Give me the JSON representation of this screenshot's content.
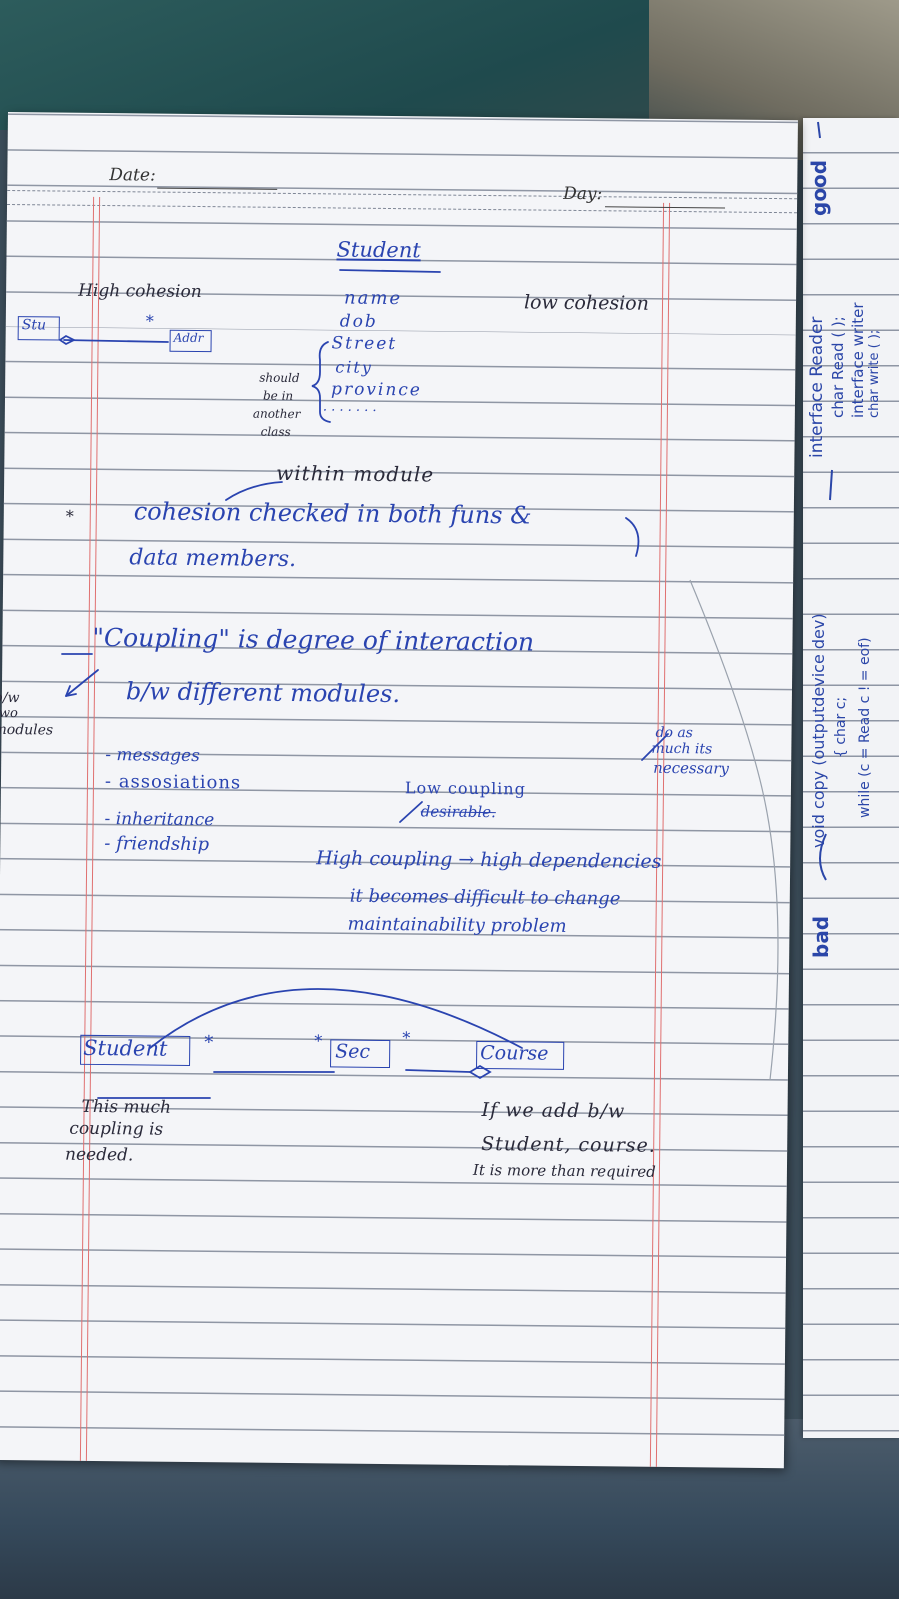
{
  "header": {
    "date_label": "Date:",
    "day_label": "Day:"
  },
  "notes": {
    "title": "Student",
    "high_cohesion": "High cohesion",
    "low_cohesion": "low cohesion",
    "stu_box": "Stu",
    "addr_box": "Addr",
    "star": "*",
    "fields": [
      "name",
      "dob",
      "Street",
      "city",
      "province",
      "· · · · · · ·"
    ],
    "should_note": [
      "should",
      "be in",
      "another",
      "class"
    ],
    "within_module": "within module",
    "cohesion_line1": "cohesion checked in both funs &",
    "cohesion_line2": "data members.",
    "bullet_star": "*",
    "coupling_line1": "\"Coupling\" is degree of interaction",
    "coupling_line2": "b/w different modules.",
    "bw_note": [
      "b/w",
      "two",
      "modules"
    ],
    "coupling_list": [
      "- messages",
      "- assosiations",
      "- inheritance",
      "- friendship"
    ],
    "do_as_much": [
      "do as",
      "much its",
      "necessary"
    ],
    "low_coupling": "Low coupling",
    "desirable": "desirable.",
    "high_coupling": "High coupling → high dependencies",
    "becomes_difficult": "it becomes difficult to change",
    "maintainability": "maintainability problem",
    "diagram": {
      "student": "Student",
      "sec": "Sec",
      "course": "Course",
      "mult_star": "*"
    },
    "this_much": [
      "This much",
      "coupling is",
      "needed."
    ],
    "if_we_add": [
      "If we add b/w",
      "Student, course.",
      "It is more than required"
    ]
  },
  "side_page": {
    "good": "good",
    "bad": "bad",
    "interface_read": "interface Reader",
    "char_read": "char Read ( );",
    "interface_writer": "interface writer",
    "char_write": "char write ( );",
    "void_copy": "void copy (outputdevice dev)",
    "char_c": "{ char c;",
    "while_loop": "while (c = Read c ! = eof)"
  }
}
